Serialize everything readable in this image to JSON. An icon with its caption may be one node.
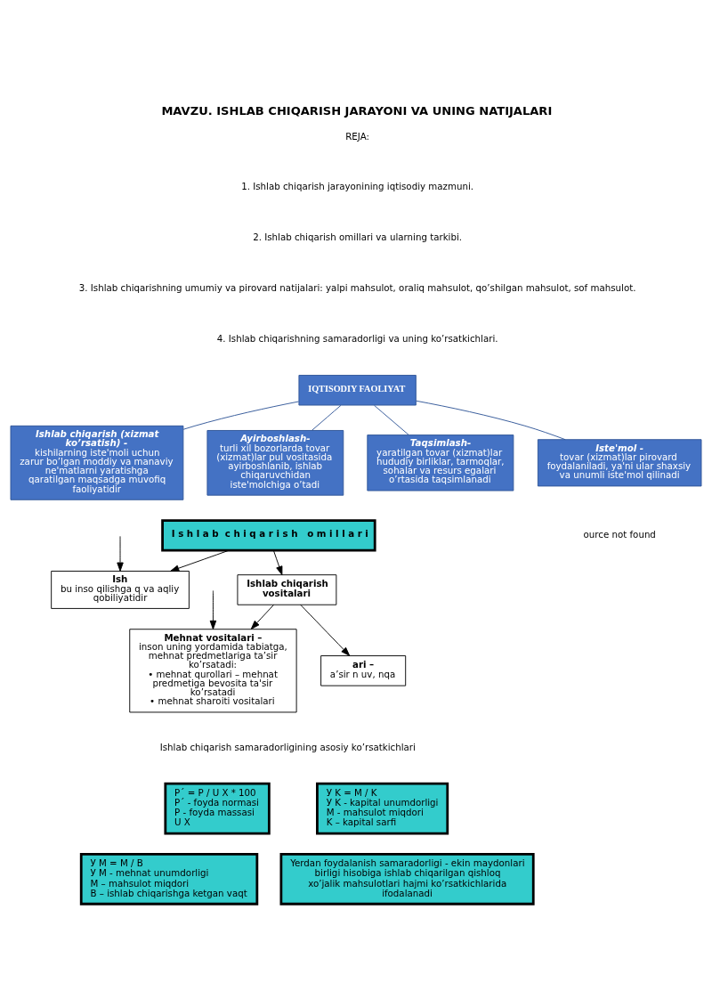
{
  "diagram": {
    "title": "MAVZU. ISHLAB CHIQARISH JARAYONI VA UNING NATIJALARI",
    "nodes": [
      {
        "text": [
          "IQTISODIY FAOLIYAT"
        ]
      },
      {
        "text": [
          "Ishlab chiqarish (xizmat ko’rsatish) -",
          "kishilarning iste'moli uchun zarur bo’lgan moddiy va manaviy ne'matlarni yaratishga qaratilgan maqsadga muvofiq faoliyatidir"
        ]
      },
      {
        "text": [
          "Ayirboshlash-",
          "turli xil bozorlarda tovar (xizmat)lar pul vositasida ayirboshlanib, ishlab chiqaruvchidan",
          "iste'molchiga o’tadi"
        ]
      },
      {
        "text": [
          "Taqsimlash-",
          "yaratilgan tovar (xizmat)lar hududiy birliklar, tarmoqlar, sohalar va resurs egalari o’rtasida taqsimlanadi"
        ]
      },
      {
        "text": [
          "Iste'mol -",
          "tovar (xizmat)lar pirovard foydalaniladi, ya'ni ular shaxsiy va unumli iste'mol qilinadi"
        ]
      },
      {
        "text": [
          "I s h l a b  c h i q a r i s h   o m i l l a r i"
        ]
      },
      {
        "text": [
          "Ish",
          "bu inso qilishga q va aqliy qobiliyatidir"
        ]
      },
      {
        "text": [
          "Ishlab chiqarish vositalari"
        ]
      },
      {
        "text": [
          "Mehnat vositalari –",
          "inson uning yordamida tabiatga, mehnat predmetlariga ta’sir ko’rsatadi:",
          "• mehnat qurollari – mehnat predmetiga bevosita ta'sir ko’rsatadi",
          "• mehnat sharoiti vositalari"
        ]
      },
      {
        "text": [
          "ari –",
          "a’sir n uv, nqa"
        ]
      },
      {
        "text": [
          "P΄ = P / U X * 100",
          "P΄ - foyda normasi",
          "P - foyda massasi",
          "U X"
        ]
      },
      {
        "text": [
          "У K = M / K",
          "У K - kapital unumdorligi",
          "M - mahsulot miqdori",
          "K – kapital sarfi"
        ]
      },
      {
        "text": [
          "У M = M / B",
          "У M - mehnat unumdorligi",
          "M – mahsulot miqdori",
          "B – ishlab chiqarishga ketgan vaqt"
        ]
      },
      {
        "text": [
          "Yerdan foydalanish samaradorligi - ekin maydonlari birligi hisobiga ishlab chiqarilgan qishloq xo’jalik mahsulotlari hajmi ko’rsatkichlarida ifodalanadi"
        ]
      }
    ],
    "edges": [
      {
        "from": 0,
        "to": 1,
        "arrow": "none",
        "color": "#2f5597"
      },
      {
        "from": 0,
        "to": 2,
        "arrow": "none",
        "color": "#2f5597"
      },
      {
        "from": 0,
        "to": 3,
        "arrow": "none",
        "color": "#2f5597"
      },
      {
        "from": 0,
        "to": 4,
        "arrow": "none",
        "color": "#2f5597"
      },
      {
        "from": 5,
        "to": 6,
        "arrow": "to"
      },
      {
        "from": 5,
        "to": 7,
        "arrow": "to"
      },
      {
        "from": null,
        "to": 6,
        "arrow": "to"
      },
      {
        "from": 7,
        "to": 8,
        "arrow": "to"
      },
      {
        "from": 7,
        "to": 9,
        "arrow": "to"
      },
      {
        "from": null,
        "to": 8,
        "arrow": "to"
      }
    ],
    "labels": [
      "REJA:",
      "1. Ishlab chiqarish jarayonining iqtisodiy mazmuni.",
      "2. Ishlab chiqarish omillari va ularning tarkibi.",
      "3. Ishlab chiqarishning umumiy va pirovard natijalari: yalpi mahsulot, oraliq mahsulot, qo’shilgan mahsulot, sof mahsulot.",
      "4. Ishlab chiqarishning samaradorligi va uning ko’rsatkichlari.",
      "ource not found",
      "Ishlab chiqarish samaradorligining asosiy ko’rsatkichlari"
    ]
  }
}
